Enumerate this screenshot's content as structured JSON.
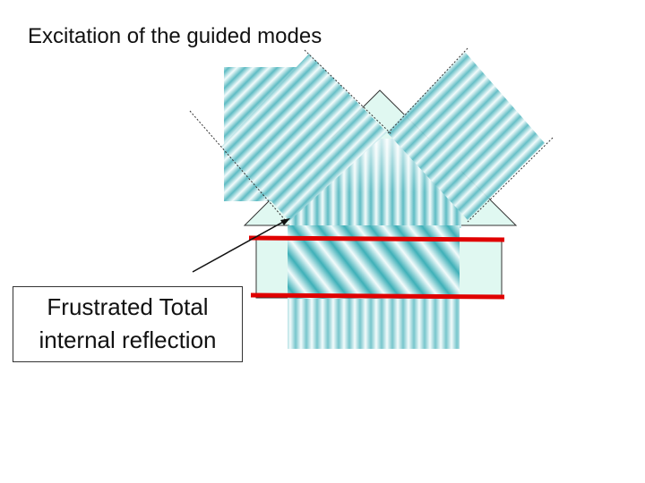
{
  "title": "Excitation of the guided modes",
  "callout": {
    "line1": "Frustrated Total",
    "line2": "internal reflection"
  },
  "colors": {
    "fringe_dark": "#5fbcc4",
    "fringe_light": "#f2fbfb",
    "prism_fill": "#e0f8f1",
    "boundary_line": "#e00000",
    "outline": "#333333"
  }
}
